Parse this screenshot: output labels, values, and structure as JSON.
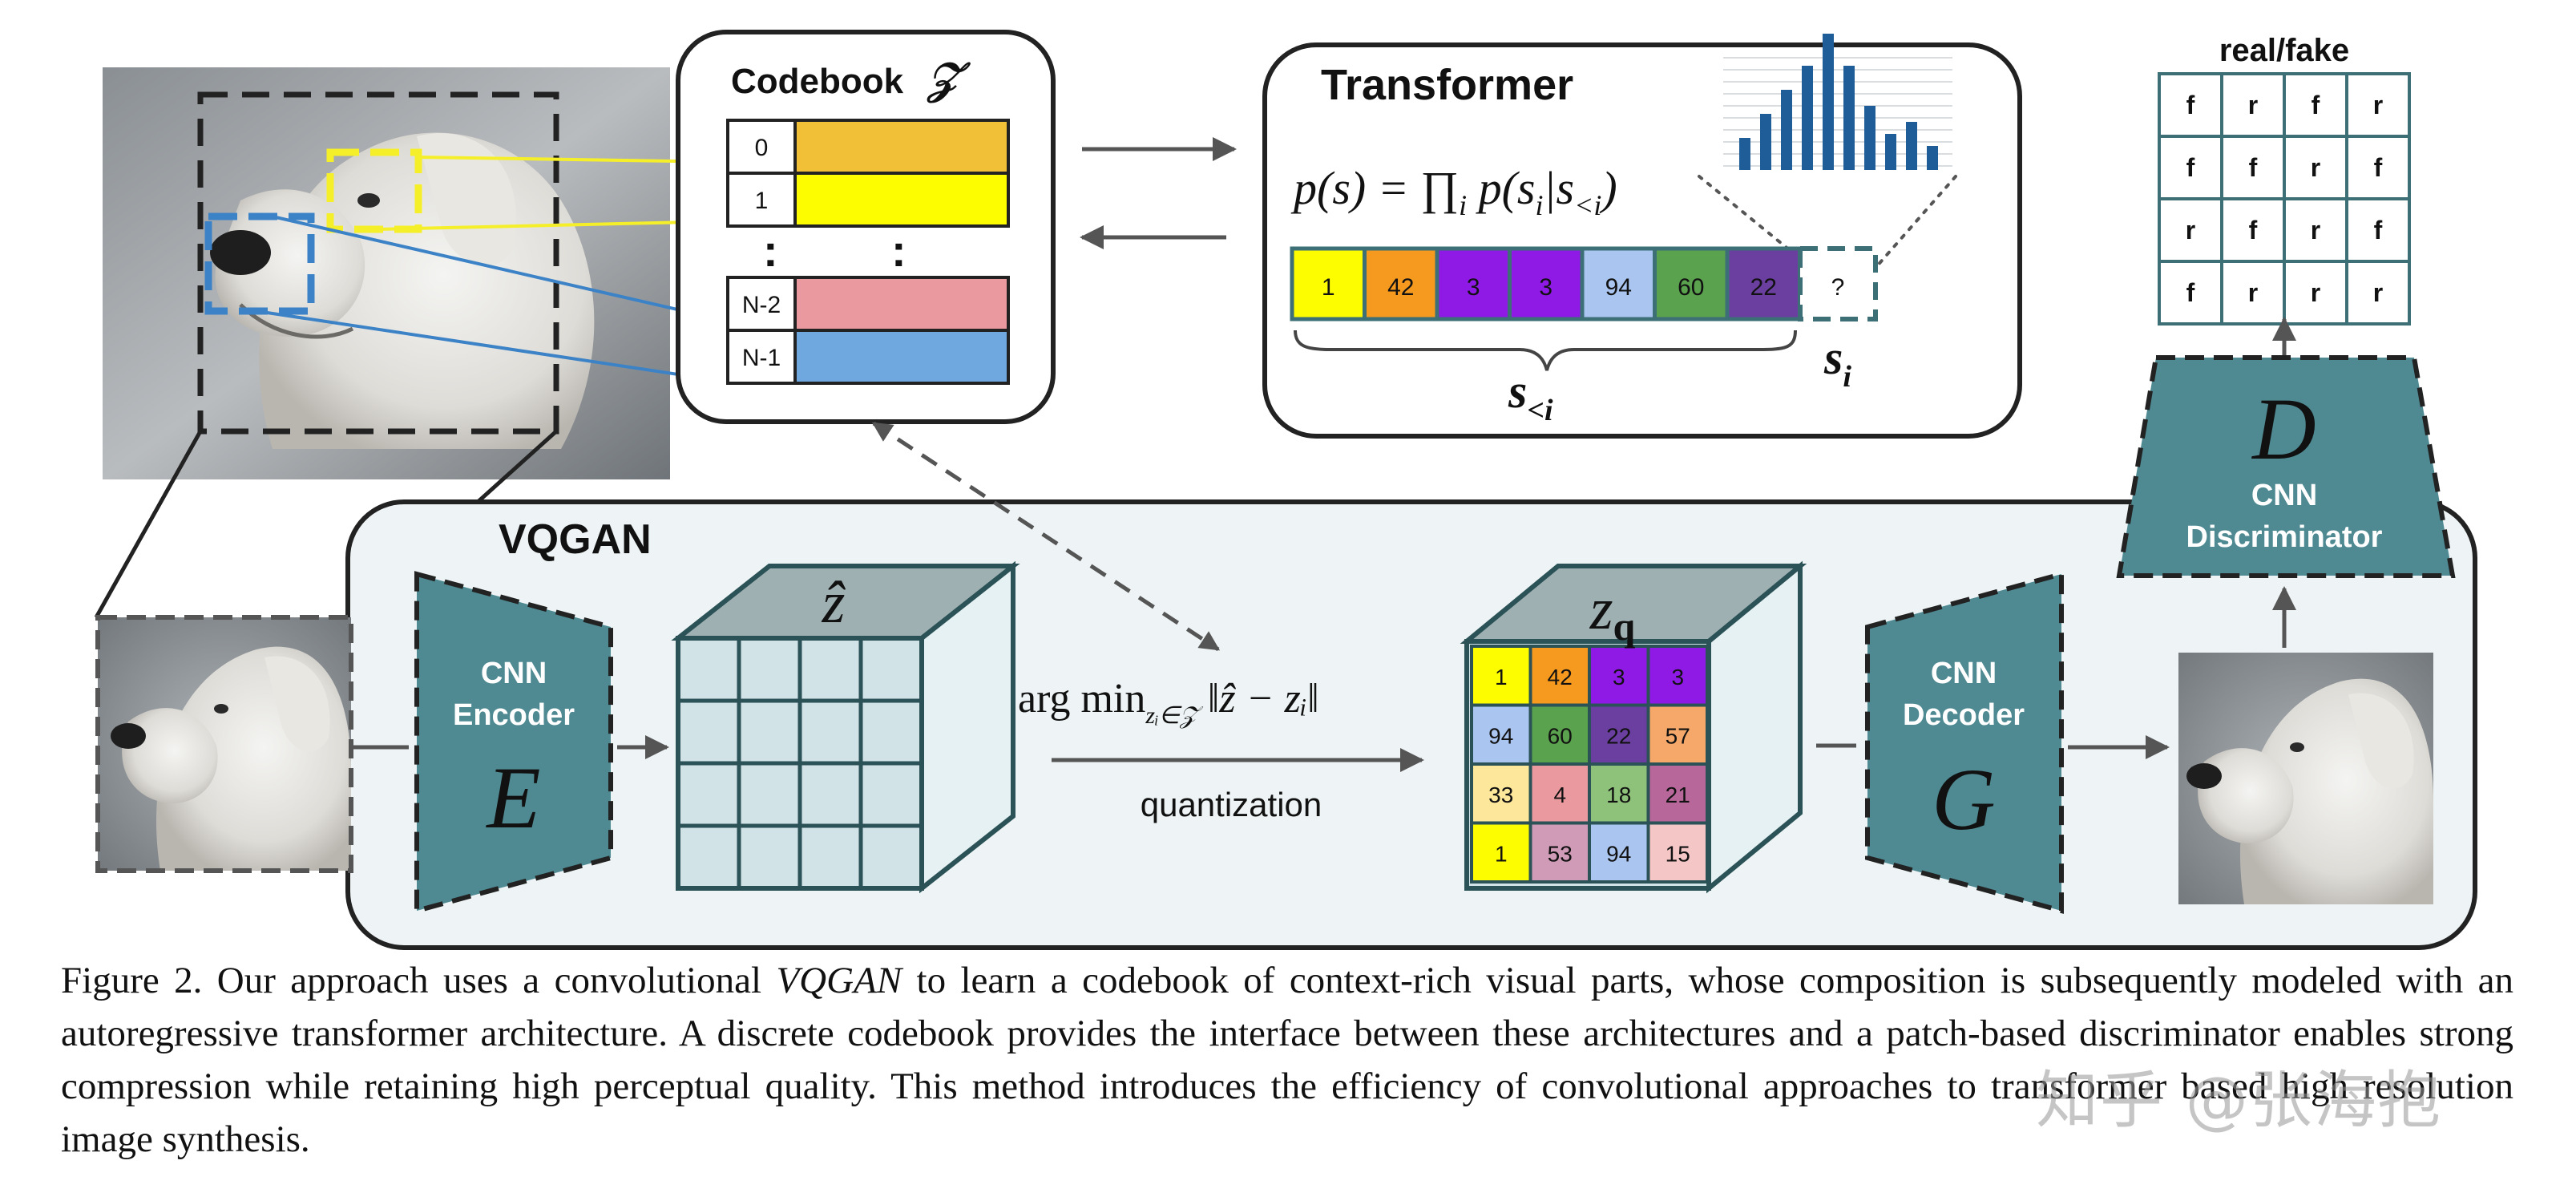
{
  "codebook": {
    "title": "Codebook",
    "title_symbol": "𝒵",
    "rows": [
      {
        "index": "0",
        "color": "#f2c037"
      },
      {
        "index": "1",
        "color": "#fdfd00"
      },
      {
        "index": "N-2",
        "color": "#ea9a9e"
      },
      {
        "index": "N-1",
        "color": "#6ea8de"
      }
    ],
    "ellipsis": ":"
  },
  "transformer": {
    "title": "Transformer",
    "formula_lhs": "p(s) = ∏",
    "formula_sub": "i",
    "formula_rhs": " p(s",
    "formula_rhs_sub": "i",
    "formula_rhs_tail": "|s",
    "formula_rhs_tail_sub": "<i",
    "formula_close": ")",
    "sequence": [
      {
        "value": "1",
        "color": "#fdfd00"
      },
      {
        "value": "42",
        "color": "#f59a1e"
      },
      {
        "value": "3",
        "color": "#8f1ae6"
      },
      {
        "value": "3",
        "color": "#8f1ae6"
      },
      {
        "value": "94",
        "color": "#a9c5f0"
      },
      {
        "value": "60",
        "color": "#5aa24e"
      },
      {
        "value": "22",
        "color": "#6a3fa0"
      }
    ],
    "unknown": "?",
    "s_less": "s",
    "s_less_sub": "<i",
    "s_i": "s",
    "s_i_sub": "i"
  },
  "discriminator_output": {
    "title": "real/fake",
    "grid": [
      [
        "f",
        "r",
        "f",
        "r"
      ],
      [
        "f",
        "f",
        "r",
        "f"
      ],
      [
        "r",
        "f",
        "r",
        "f"
      ],
      [
        "f",
        "r",
        "r",
        "r"
      ]
    ]
  },
  "vqgan": {
    "title": "VQGAN",
    "encoder_line1": "CNN",
    "encoder_line2": "Encoder",
    "encoder_symbol": "E",
    "decoder_line1": "CNN",
    "decoder_line2": "Decoder",
    "decoder_symbol": "G",
    "discriminator_symbol": "D",
    "discriminator_line1": "CNN",
    "discriminator_line2": "Discriminator",
    "zhat_label": "ẑ",
    "zq_label": "z",
    "zq_sub": "q",
    "argmin_text": "arg min",
    "argmin_sub": "zᵢ∈𝒵",
    "argmin_norm": "‖ẑ − zᵢ‖",
    "quantization": "quantization",
    "zq_grid": [
      [
        {
          "value": "1",
          "color": "#fdfd00"
        },
        {
          "value": "42",
          "color": "#f59a1e"
        },
        {
          "value": "3",
          "color": "#8f1ae6"
        },
        {
          "value": "3",
          "color": "#8f1ae6"
        }
      ],
      [
        {
          "value": "94",
          "color": "#a9c5f0"
        },
        {
          "value": "60",
          "color": "#5aa24e"
        },
        {
          "value": "22",
          "color": "#6a3fa0"
        },
        {
          "value": "57",
          "color": "#f5a86a"
        }
      ],
      [
        {
          "value": "33",
          "color": "#fde79a"
        },
        {
          "value": "4",
          "color": "#ea9a9e"
        },
        {
          "value": "18",
          "color": "#8ec27a"
        },
        {
          "value": "21",
          "color": "#b8679a"
        }
      ],
      [
        {
          "value": "1",
          "color": "#fdfd00"
        },
        {
          "value": "53",
          "color": "#cf9bb7"
        },
        {
          "value": "94",
          "color": "#a9c5f0"
        },
        {
          "value": "15",
          "color": "#f4c6c6"
        }
      ]
    ]
  },
  "colors": {
    "teal": "#4f8a93",
    "teal_dark": "#3d6f77",
    "panel_bg": "#eef4f5",
    "cube_face": "#d2e3e8",
    "cube_top": "#9fb0b2",
    "cube_side": "#e6f1f3",
    "yellow_box": "#f5ef2a",
    "blue_box": "#3c82c6"
  },
  "caption": {
    "prefix": "Figure 2. Our approach uses a convolutional ",
    "emph": "VQGAN",
    "suffix": " to learn a codebook of context-rich visual parts, whose composition is subsequently modeled with an autoregressive transformer architecture.  A discrete codebook provides the interface between these architectures and a patch-based discriminator enables strong compression while retaining high perceptual quality.  This method introduces the efficiency of convolutional approaches to transformer based high resolution image synthesis."
  },
  "watermark": "知乎 @张海抱"
}
